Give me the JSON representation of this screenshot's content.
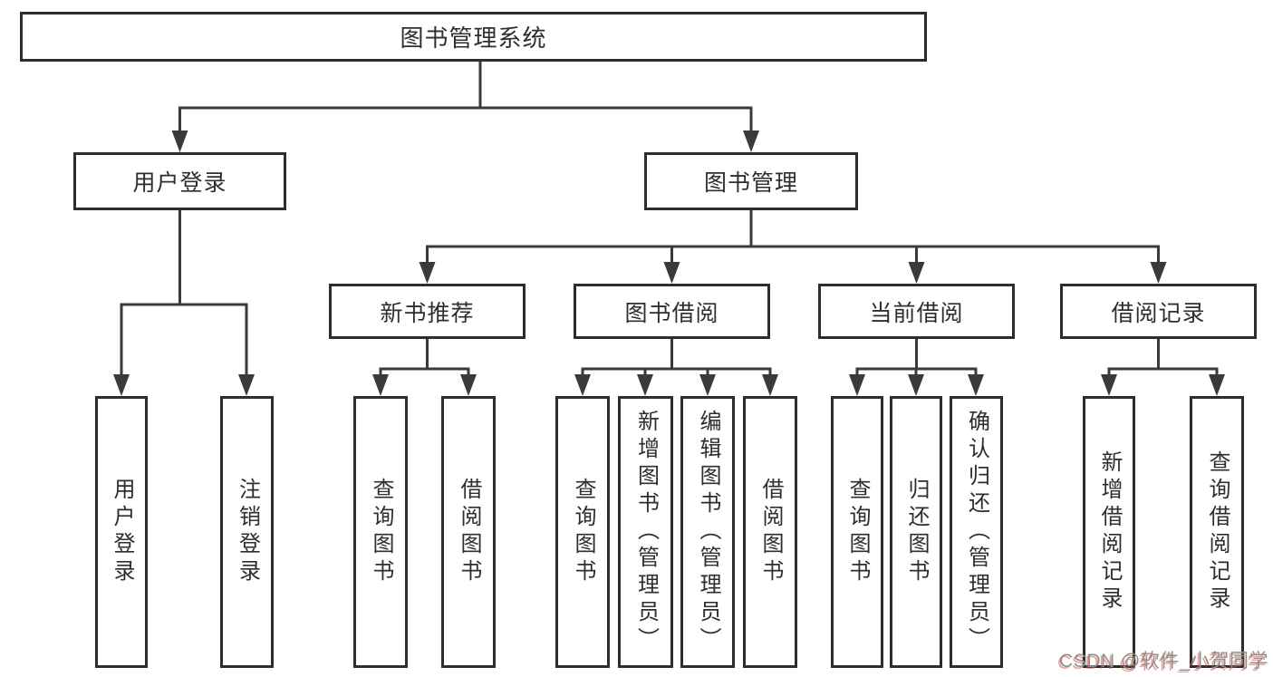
{
  "tree": {
    "root": "图书管理系统",
    "level2": [
      {
        "label": "用户登录",
        "children": [
          "用户登录",
          "注销登录"
        ]
      },
      {
        "label": "图书管理"
      }
    ],
    "level3": [
      {
        "label": "新书推荐",
        "children": [
          "查询图书",
          "借阅图书"
        ]
      },
      {
        "label": "图书借阅",
        "children": [
          "查询图书",
          "新增图书（管理员）",
          "编辑图书（管理员）",
          "借阅图书"
        ]
      },
      {
        "label": "当前借阅",
        "children": [
          "查询图书",
          "归还图书",
          "确认归还（管理员）"
        ]
      },
      {
        "label": "借阅记录",
        "children": [
          "新增借阅记录",
          "查询借阅记录"
        ]
      }
    ]
  },
  "watermark": "CSDN @软件_小贺同学",
  "colors": {
    "line": "#3a3a3a",
    "box_border": "#2d2d2d",
    "text": "#2e2e2e",
    "watermark_gray": "#8f8f8f",
    "watermark_red": "#d85642",
    "background": "#ffffff"
  }
}
